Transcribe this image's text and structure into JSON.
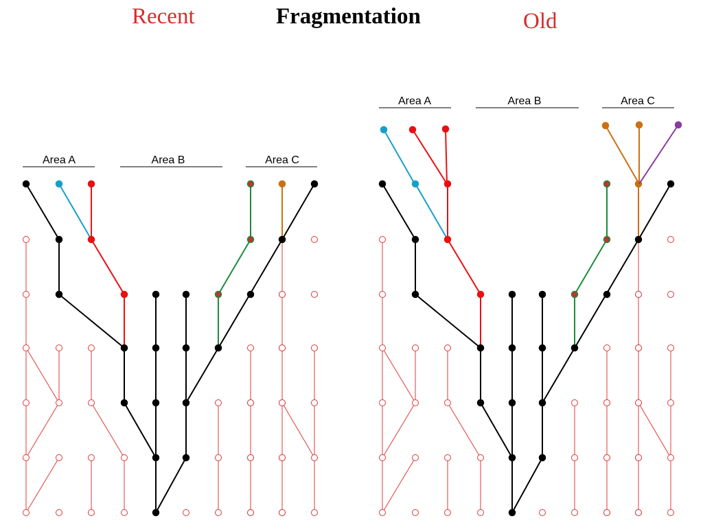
{
  "titles": {
    "left": "Recent",
    "center": "Fragmentation",
    "right": "Old"
  },
  "areas": [
    "Area A",
    "Area B",
    "Area C"
  ],
  "colors": {
    "title_red": "#d62c2c",
    "ghost_red": "#e03838",
    "black": "#000000",
    "cyan": "#16a0c8",
    "red": "#e81010",
    "green": "#1d8a3a",
    "orange": "#cc7010",
    "purple": "#8a3aa0"
  }
}
